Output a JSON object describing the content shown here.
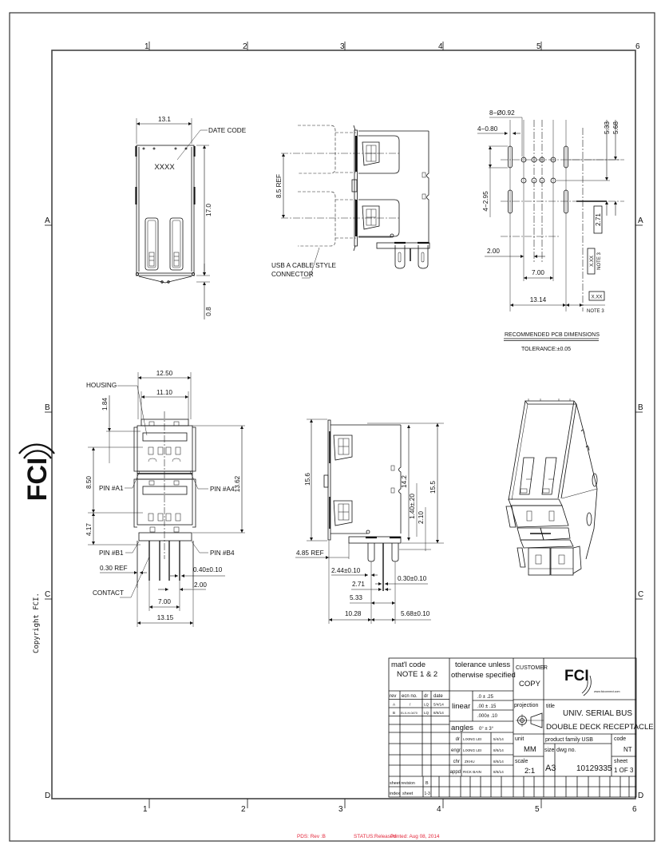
{
  "drawing": {
    "zones": {
      "columns": [
        "1",
        "2",
        "3",
        "4",
        "5",
        "6"
      ],
      "rows": [
        "A",
        "B",
        "C",
        "D"
      ]
    },
    "side_logo": "FCI",
    "copyright": "Copyright FCI.",
    "footer": {
      "pds": "PDS: Rev :B",
      "status": "STATUS:Released",
      "printed": "Printed:  Aug 08, 2014",
      "color": "#e3263a"
    },
    "colors": {
      "ink": "#111111",
      "frame": "#444444",
      "paper": "#ffffff"
    }
  },
  "views": {
    "front_top": {
      "width_dim": "13.1",
      "height_dim": "17.0",
      "offset_dim": "0.8",
      "date_code_label": "DATE CODE",
      "date_code_mark": "XXXX"
    },
    "side_top": {
      "ref_dim": "8.5 REF",
      "cable_label_line1": "USB A CABLE STYLE",
      "cable_label_line2": "CONNECTOR"
    },
    "pcb_layout": {
      "hole_callout": "8−Ø0.92",
      "slot_callout": "4−0.80",
      "slot_length": "4−2.95",
      "dim_533": "5.33",
      "dim_568": "5.68",
      "dim_271": "2.71",
      "dim_200": "2.00",
      "dim_700": "7.00",
      "dim_1314": "13.14",
      "note_box_vertical": "X.XX",
      "note_vertical": "NOTE 3",
      "note_box_horizontal": "X.XX",
      "note_horizontal": "NOTE 3",
      "caption": "RECOMMENDED PCB DIMENSIONS",
      "tolerance": "TOLERANCE:±0.05"
    },
    "front_mid": {
      "dim_1250": "12.50",
      "dim_1110": "11.10",
      "dim_184": "1.84",
      "dim_850": "8.50",
      "dim_417": "4.17",
      "dim_1362": "13.62",
      "housing": "HOUSING",
      "pin_a1": "PIN #A1",
      "pin_a4": "PIN #A4",
      "pin_b1": "PIN #B1",
      "pin_b4": "PIN #B4",
      "dim_030_ref": "0.30 REF",
      "dim_040": "0.40±0.10",
      "contact": "CONTACT",
      "dim_200": "2.00",
      "dim_700": "7.00",
      "dim_1315": "13.15"
    },
    "side_mid": {
      "dim_156": "15.6",
      "dim_142": "14.2",
      "dim_140": "1.40±.20",
      "dim_210": "2.10",
      "dim_155": "15.5",
      "dim_485_ref": "4.85 REF",
      "dim_244": "2.44±0.10",
      "dim_271": "2.71",
      "dim_030": "0.30±0.10",
      "dim_533": "5.33",
      "dim_1028": "10.28",
      "dim_568": "5.68±0.10"
    }
  },
  "title_block": {
    "material": {
      "label": "mat'l code",
      "value": "NOTE 1 & 2"
    },
    "revisions": {
      "headers": [
        "rev",
        "ecn no.",
        "dr",
        "date"
      ],
      "rows": [
        [
          "A",
          "/",
          "LQ",
          "5/4/14"
        ],
        [
          "B",
          "ELX-H-0470",
          "LQ",
          "8/6/14"
        ]
      ]
    },
    "tolerance": {
      "header_line1": "tolerance unless",
      "header_line2": "otherwise specified",
      "linear_label": "linear",
      "linear": [
        ".0   ±   .25",
        ".00  ±   .15",
        ".000±   .10"
      ],
      "angles_label": "angles",
      "angles": "0°  ±   3°"
    },
    "approvals": [
      {
        "role": "dr",
        "name": "LIXING LEI",
        "date": "5/4/14"
      },
      {
        "role": "engr",
        "name": "LIXING LEI",
        "date": "8/6/14"
      },
      {
        "role": "chr",
        "name": "ZKHU",
        "date": "8/6/14"
      },
      {
        "role": "appd",
        "name": "RICK BAIN",
        "date": "8/6/14"
      }
    ],
    "customer": {
      "line1": "CUSTOMER",
      "line2": "COPY"
    },
    "projection_label": "projection",
    "unit": {
      "label": "unit",
      "value": "MM"
    },
    "scale": {
      "label": "scale",
      "value": "2:1"
    },
    "company": {
      "logo": "FCI",
      "website": "www.fciconnect.com"
    },
    "title": {
      "label": "title",
      "line1": "UNIV. SERIAL BUS",
      "line2": "DOUBLE DECK RECEPTACLE"
    },
    "product_family": "product family USB",
    "code": {
      "label": "code",
      "value": "NT"
    },
    "size": {
      "label": "size",
      "value": "A3"
    },
    "dwg_no": {
      "label": "dwg no.",
      "value": "10129335"
    },
    "sheet": {
      "label": "sheet",
      "value": "1 OF 3"
    },
    "sheet_revision": {
      "label1": "sheet",
      "label2": "revision",
      "value": "B"
    },
    "index": {
      "label1": "index",
      "label2": "sheet",
      "value": "1-3"
    }
  }
}
